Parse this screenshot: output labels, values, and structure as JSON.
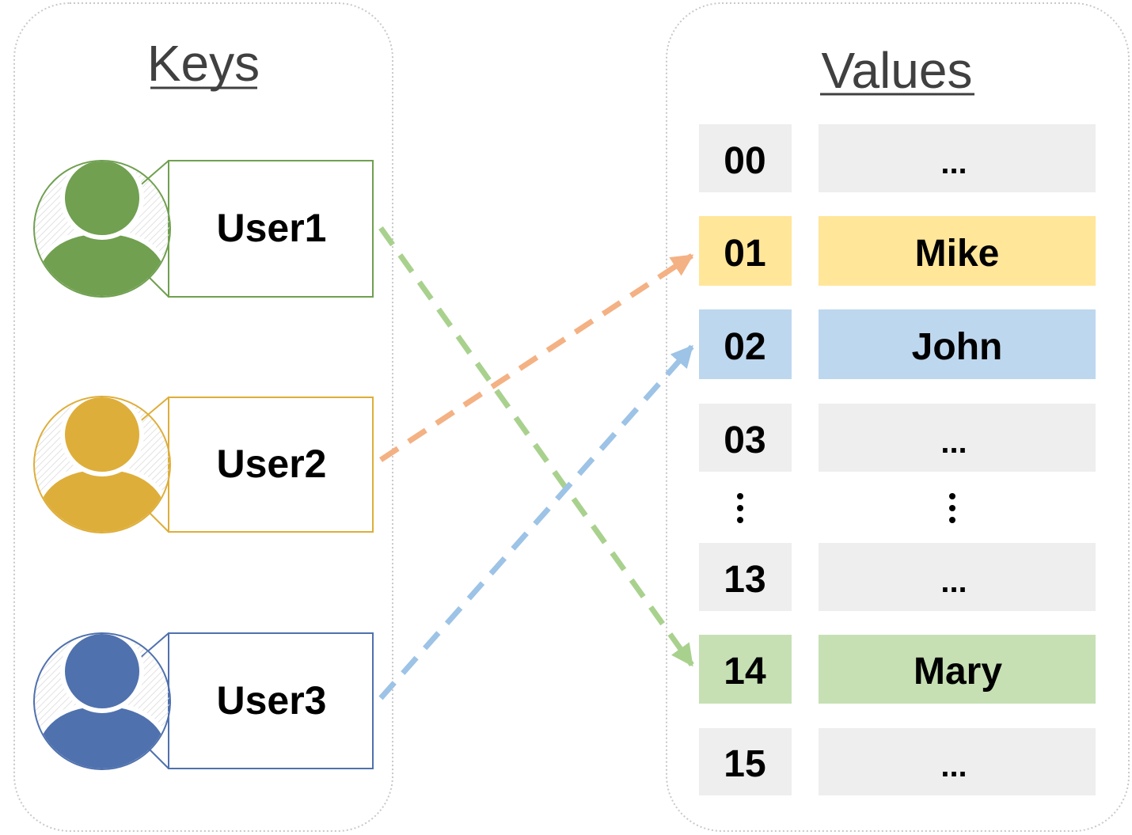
{
  "keys_panel": {
    "title": "Keys",
    "users": [
      {
        "label": "User1",
        "color": "#70a050",
        "target_index": 14
      },
      {
        "label": "User2",
        "color": "#deae3a",
        "target_index": 1
      },
      {
        "label": "User3",
        "color": "#4f71ae",
        "target_index": 2
      }
    ]
  },
  "values_panel": {
    "title": "Values",
    "rows": [
      {
        "index": "00",
        "value": "...",
        "color": "#eeeeee"
      },
      {
        "index": "01",
        "value": "Mike",
        "color": "#ffe699"
      },
      {
        "index": "02",
        "value": "John",
        "color": "#bdd7ee"
      },
      {
        "index": "03",
        "value": "...",
        "color": "#eeeeee"
      },
      {
        "index": "13",
        "value": "...",
        "color": "#eeeeee"
      },
      {
        "index": "14",
        "value": "Mary",
        "color": "#c6e0b4"
      },
      {
        "index": "15",
        "value": "...",
        "color": "#eeeeee"
      }
    ]
  },
  "arrows": [
    {
      "from": "User1",
      "to": "14",
      "color": "#a9d18e"
    },
    {
      "from": "User2",
      "to": "01",
      "color": "#f4b183"
    },
    {
      "from": "User3",
      "to": "02",
      "color": "#9dc3e6"
    }
  ]
}
